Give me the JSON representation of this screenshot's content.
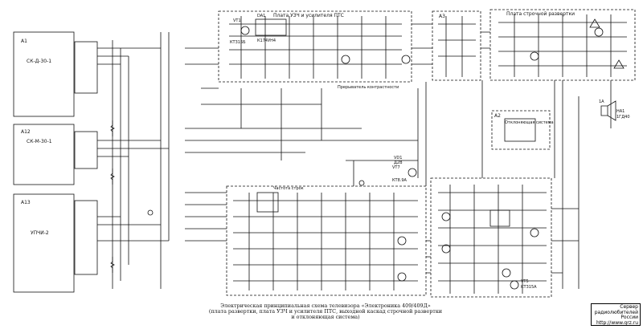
{
  "modules": {
    "a1": {
      "label": "А1",
      "type": "СК-Д-30-1"
    },
    "a12": {
      "label": "А12",
      "type": "СК-М-30-1"
    },
    "a13": {
      "label": "А13",
      "type": "УПЧИ-2"
    },
    "a3": {
      "label": "А3"
    },
    "a2": {
      "label": "А2"
    }
  },
  "boards": {
    "uzch": "Плата УЗЧ и усилителя ПТС",
    "horizontal": "Плата строчной развертки",
    "deflection": "Отклоняющая система",
    "breaker": "Прерыватель контрастности"
  },
  "notes": {
    "speaker": "1А",
    "chastota_strok": "Частота строк"
  },
  "parts": {
    "ha1": "НА1",
    "ha1_type": "1ГД40",
    "vt5": "VT5",
    "vt5_type": "КТ315А",
    "vt1": "VT1",
    "vt1_type": "КТ315Б",
    "vt7": "VT7",
    "vt7_type": "КТ8.9А",
    "vd1": "VD1",
    "vd1_type": "Д2В",
    "da1": "DA1",
    "da1_type": "К174УН4"
  },
  "caption": {
    "line1": "Электрическая принципиальная схема телевизора «Электроника 409/409Д»",
    "line2": "(плата развертки, плата УЗЧ и усилителя ПТС, выходной каскад строчной развертки",
    "line3": "и отклоняющая система)"
  },
  "stamp": {
    "line1": "Сервер",
    "line2": "радиолюбителей",
    "line3": "России",
    "line4": "http://www.qrz.ru"
  }
}
